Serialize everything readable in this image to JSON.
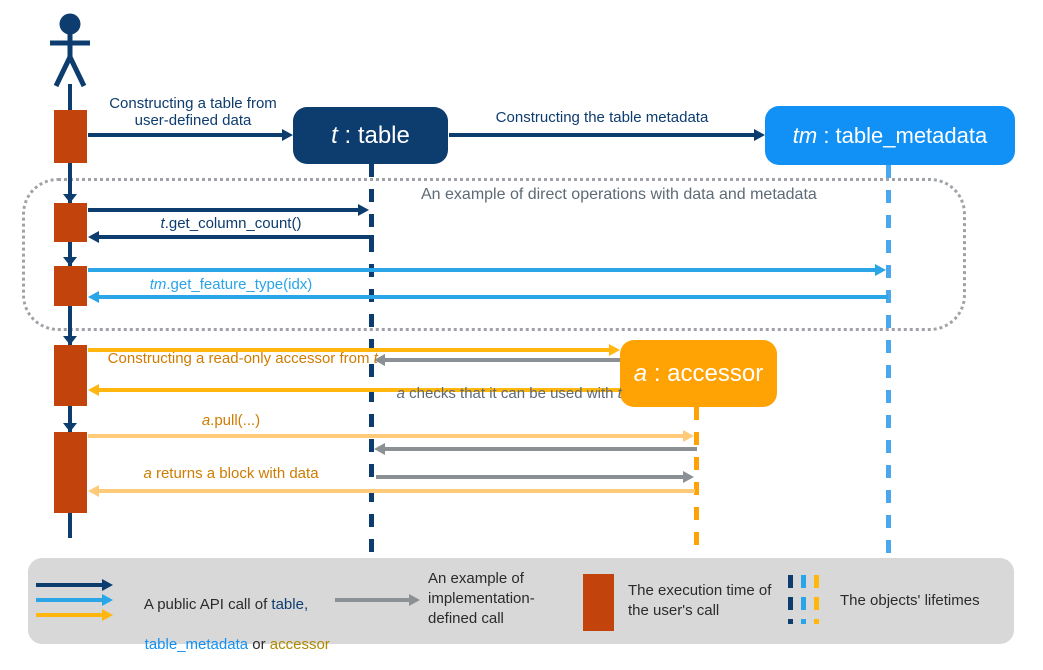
{
  "palette": {
    "navy": "#0d3c6e",
    "blue": "#1191f5",
    "lightblue": "#29a5e8",
    "lifetimeblue": "#4aa7ee",
    "orange": "#ffa305",
    "gold": "#ffb60e",
    "lightgold": "#ffcb79",
    "darkorangetext": "#cf7c00",
    "activation": "#c2440c",
    "gray": "#8a9094",
    "graytext": "#5e6a75",
    "legendbg": "#d8d8d8",
    "dotted": "#9fa3a7",
    "legendtext": "#2b2b2b",
    "accessortext": "#b08900"
  },
  "objects": {
    "t": {
      "italic": "t",
      "rest": " : table"
    },
    "tm": {
      "italic": "tm",
      "rest": " : table_metadata"
    },
    "a": {
      "italic": "a",
      "rest": " : accessor"
    }
  },
  "messages": {
    "construct_table_line1": "Constructing a table from",
    "construct_table_line2": "user-defined data",
    "construct_metadata": "Constructing the table metadata",
    "get_column_count": {
      "italic": "t",
      "rest": ".get_column_count()"
    },
    "get_feature_type": {
      "italic": "tm",
      "rest": ".get_feature_type(idx)"
    },
    "construct_accessor": {
      "text": "Constructing a read-only accessor from ",
      "italic": "t"
    },
    "checks": {
      "italic_a": "a",
      "text": " checks that it can be used with ",
      "italic_t": "t"
    },
    "pull": {
      "italic": "a",
      "rest": ".pull(...)"
    },
    "returns_block": {
      "italic": "a",
      "rest": " returns a block with data"
    }
  },
  "group_note": "An example of direct operations with data and metadata",
  "legend": {
    "public_api": {
      "prefix": "A public API call of ",
      "table": "table,",
      "metadata": "table_metadata",
      "or": " or ",
      "accessor": "accessor"
    },
    "impl_call": "An example of implementation-defined call",
    "execution_time": "The execution time of the user's call",
    "lifetimes": "The objects' lifetimes"
  }
}
